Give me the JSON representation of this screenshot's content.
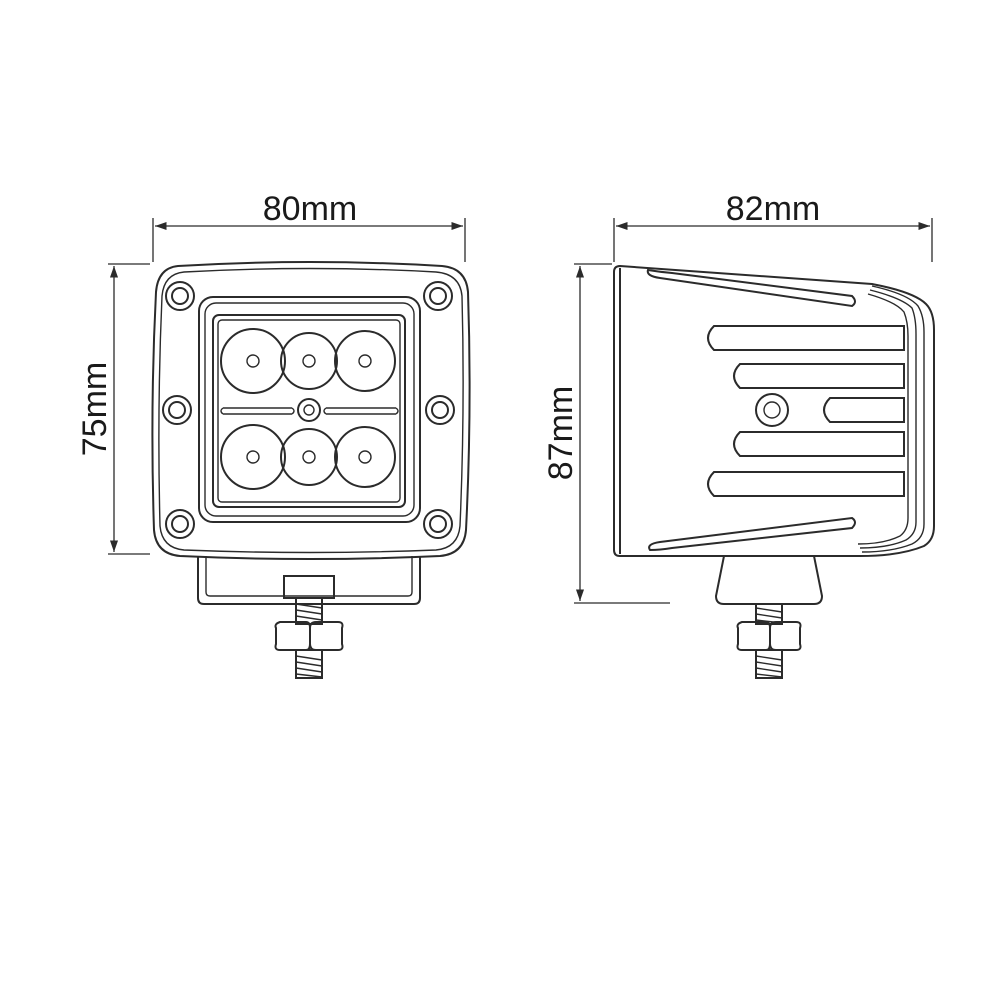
{
  "front_view": {
    "width_label": "80mm",
    "height_label": "75mm"
  },
  "side_view": {
    "width_label": "82mm",
    "height_label": "87mm"
  },
  "colors": {
    "line": "#2b2b2b",
    "background": "#ffffff"
  }
}
